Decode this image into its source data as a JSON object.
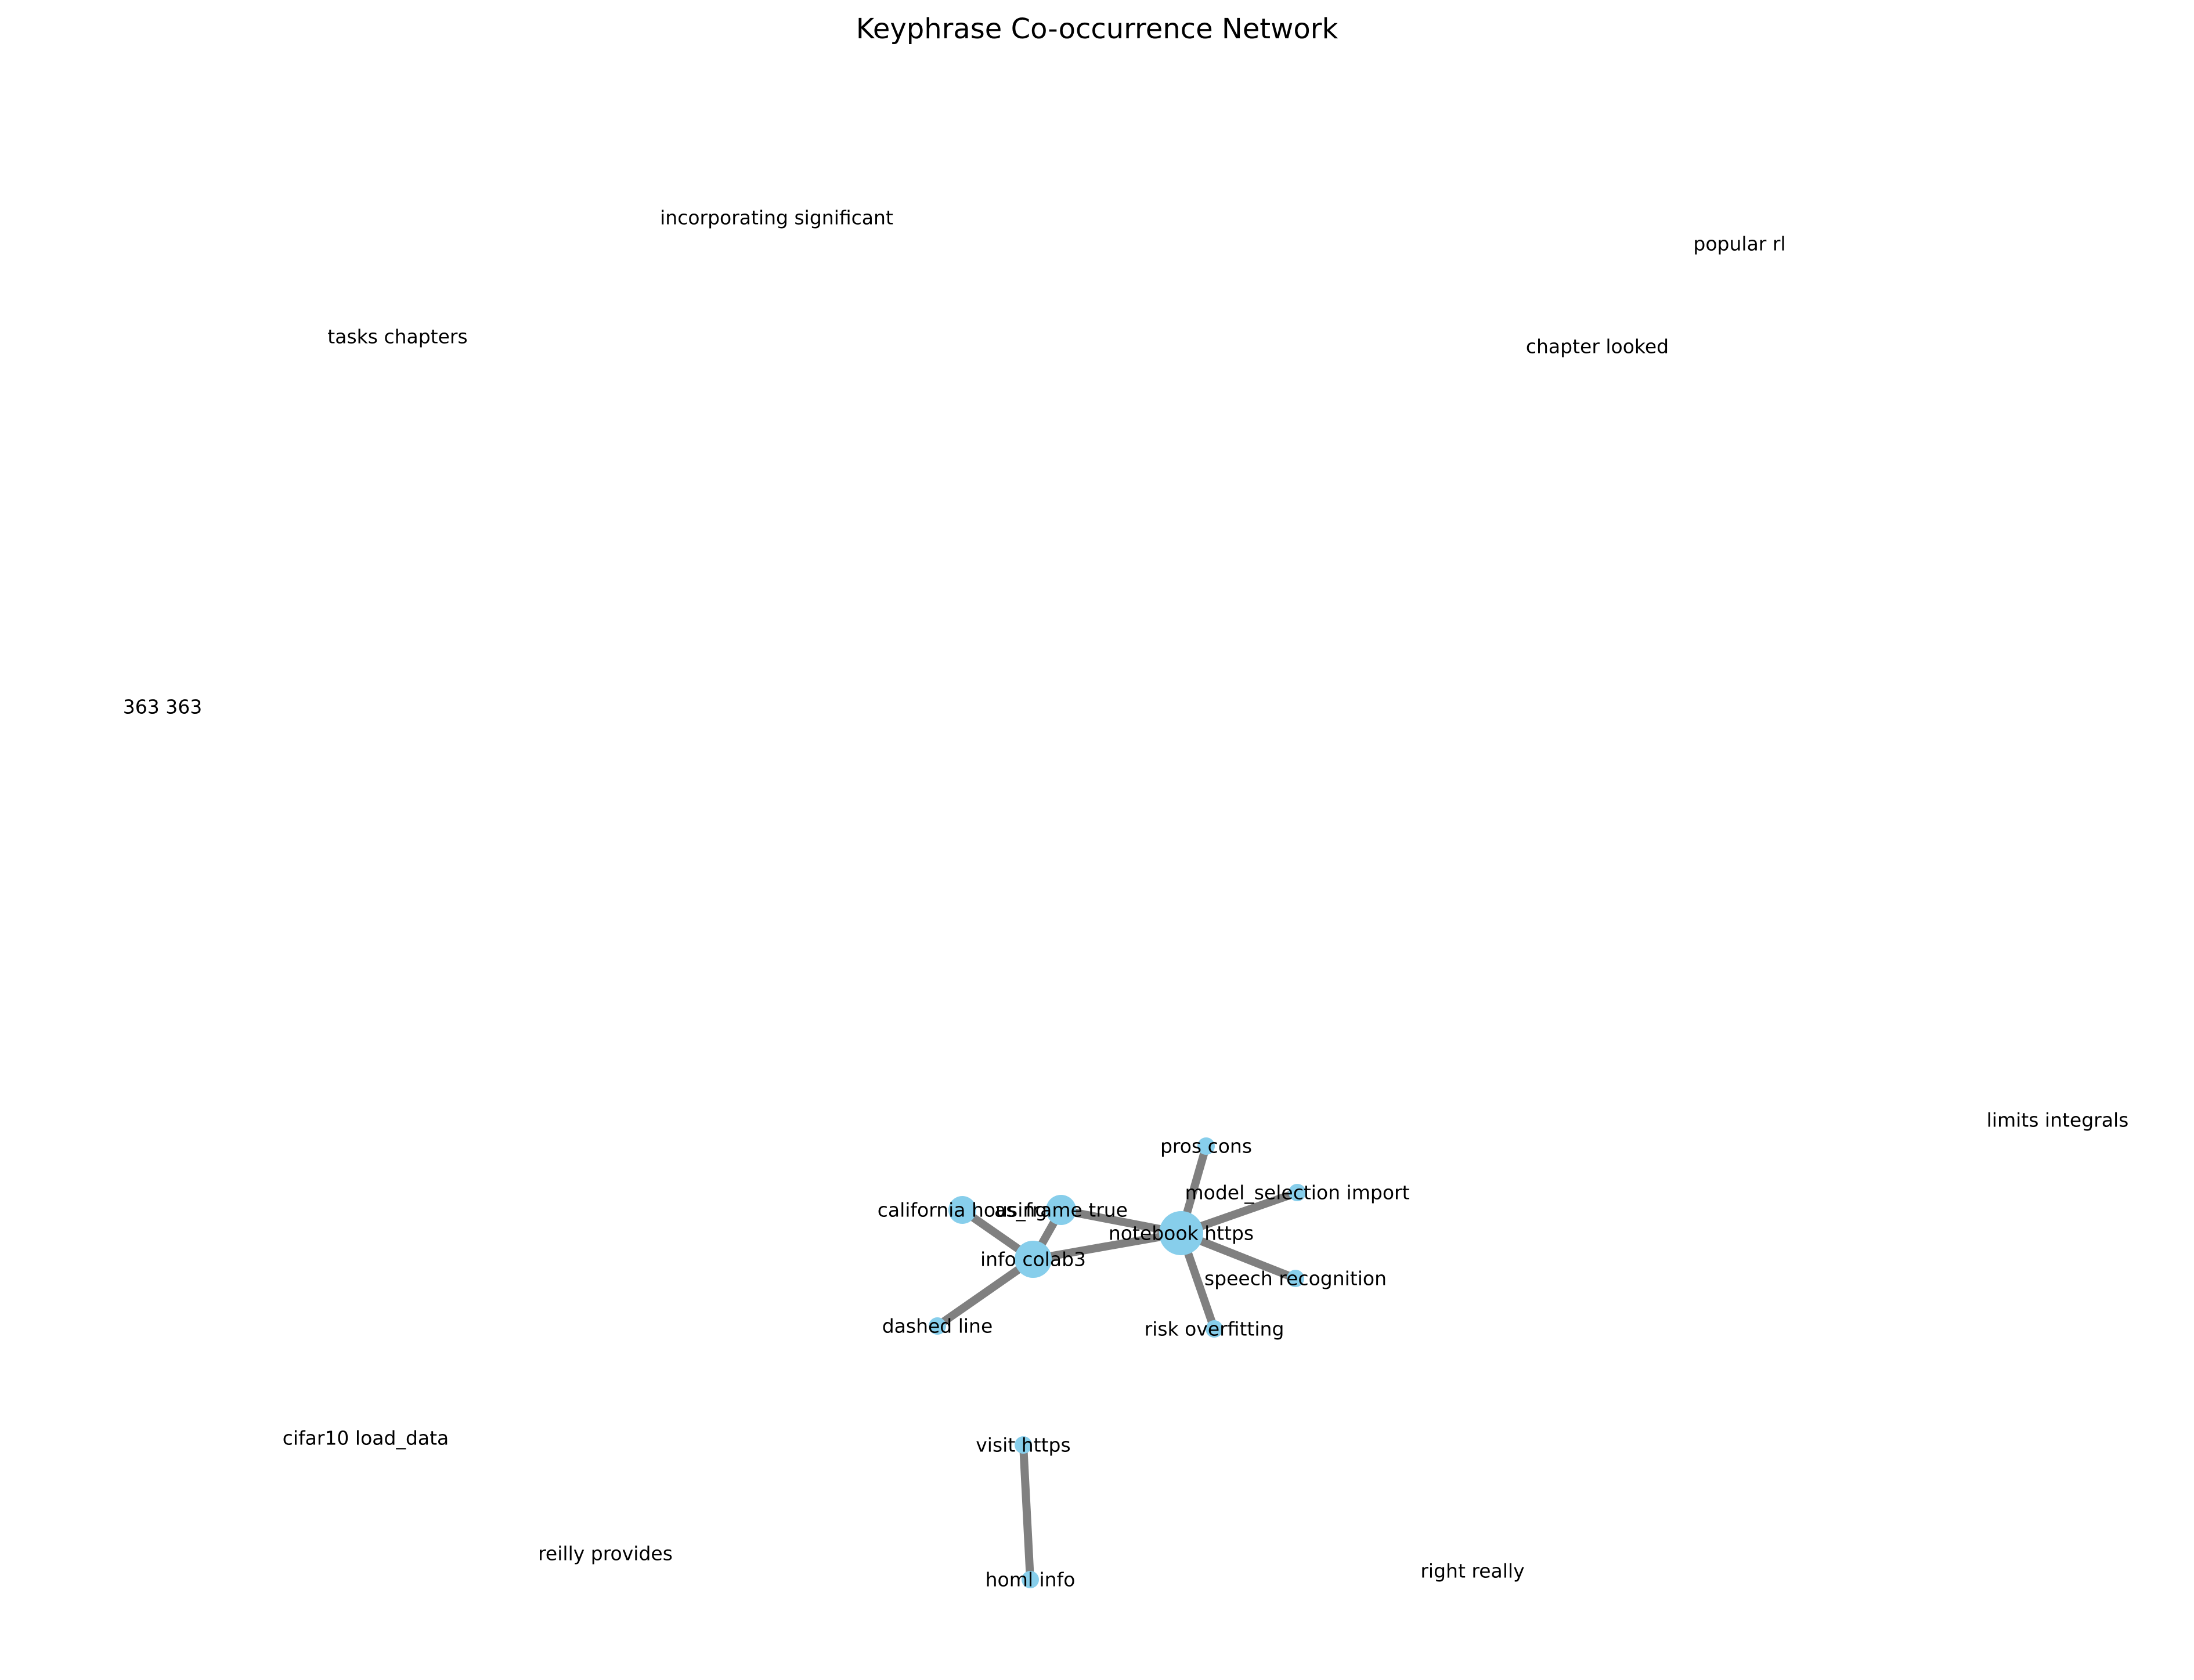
{
  "title": "Keyphrase Co-occurrence Network",
  "colors": {
    "node": "#87CEEB",
    "edge": "#808080",
    "label": "#000000"
  },
  "nodes": [
    {
      "id": "notebook_https",
      "label": "notebook https",
      "weight": 3
    },
    {
      "id": "info_colab3",
      "label": "info colab3",
      "weight": 2.5
    },
    {
      "id": "california_housing",
      "label": "california housing",
      "weight": 1.5
    },
    {
      "id": "as_frame_true",
      "label": "as_frame true",
      "weight": 1.8
    },
    {
      "id": "pros_cons",
      "label": "pros cons",
      "weight": 1
    },
    {
      "id": "model_selection_import",
      "label": "model_selection import",
      "weight": 1
    },
    {
      "id": "speech_recognition",
      "label": "speech recognition",
      "weight": 1
    },
    {
      "id": "risk_overfitting",
      "label": "risk overfitting",
      "weight": 1
    },
    {
      "id": "dashed_line",
      "label": "dashed line",
      "weight": 1
    },
    {
      "id": "visit_https",
      "label": "visit https",
      "weight": 1
    },
    {
      "id": "homl_info",
      "label": "homl info",
      "weight": 1
    },
    {
      "id": "incorporating_significant",
      "label": "incorporating significant",
      "weight": 0
    },
    {
      "id": "popular_rl",
      "label": "popular rl",
      "weight": 0
    },
    {
      "id": "tasks_chapters",
      "label": "tasks chapters",
      "weight": 0
    },
    {
      "id": "chapter_looked",
      "label": "chapter looked",
      "weight": 0
    },
    {
      "id": "363_363",
      "label": "363 363",
      "weight": 0
    },
    {
      "id": "limits_integrals",
      "label": "limits integrals",
      "weight": 0
    },
    {
      "id": "cifar10_load_data",
      "label": "cifar10 load_data",
      "weight": 0
    },
    {
      "id": "reilly_provides",
      "label": "reilly provides",
      "weight": 0
    },
    {
      "id": "right_really",
      "label": "right really",
      "weight": 0
    }
  ],
  "edges": [
    {
      "source": "notebook_https",
      "target": "pros_cons"
    },
    {
      "source": "notebook_https",
      "target": "model_selection_import"
    },
    {
      "source": "notebook_https",
      "target": "speech_recognition"
    },
    {
      "source": "notebook_https",
      "target": "risk_overfitting"
    },
    {
      "source": "notebook_https",
      "target": "as_frame_true"
    },
    {
      "source": "notebook_https",
      "target": "info_colab3"
    },
    {
      "source": "info_colab3",
      "target": "california_housing"
    },
    {
      "source": "info_colab3",
      "target": "as_frame_true"
    },
    {
      "source": "info_colab3",
      "target": "dashed_line"
    },
    {
      "source": "visit_https",
      "target": "homl_info"
    }
  ]
}
